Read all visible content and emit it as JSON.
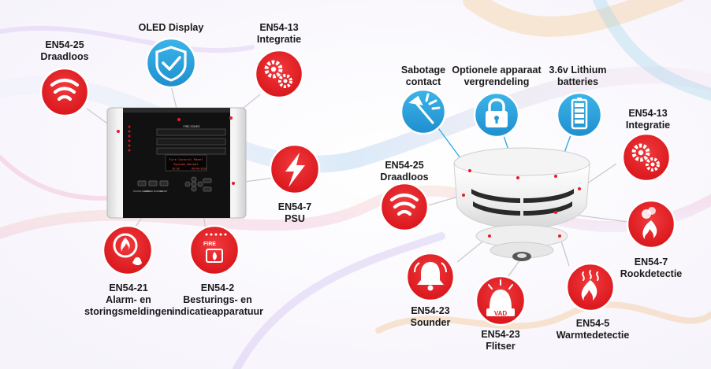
{
  "panel_features": {
    "wireless": {
      "code": "EN54-25",
      "name": "Draadloos",
      "icon": "wireless-icon"
    },
    "oled": {
      "name": "OLED Display",
      "icon": "shield-check-icon"
    },
    "integration": {
      "code": "EN54-13",
      "name": "Integratie",
      "icon": "gears-icon"
    },
    "psu": {
      "code": "EN54-7",
      "name": "PSU",
      "icon": "lightning-icon"
    },
    "alarm": {
      "code": "EN54-21",
      "line1": "Alarm- en",
      "line2": "storingsmeldingen",
      "icon": "fire-phone-icon"
    },
    "control": {
      "code": "EN54-2",
      "line1": "Besturings- en",
      "line2": "indicatieapparatuur",
      "icon": "fire-hand-icon"
    }
  },
  "detector_features": {
    "tamper": {
      "line1": "Sabotage",
      "line2": "contact",
      "icon": "tamper-tool-icon"
    },
    "lock": {
      "line1": "Optionele apparaat",
      "line2": "vergrendeling",
      "icon": "padlock-icon"
    },
    "battery": {
      "line1": "3.6v Lithium",
      "line2": "batteries",
      "icon": "battery-icon"
    },
    "integration": {
      "code": "EN54-13",
      "name": "Integratie",
      "icon": "gears-icon"
    },
    "wireless": {
      "code": "EN54-25",
      "name": "Draadloos",
      "icon": "wireless-icon"
    },
    "smoke": {
      "code": "EN54-7",
      "name": "Rookdetectie",
      "icon": "smoke-fire-icon"
    },
    "heat": {
      "code": "EN54-5",
      "name": "Warmtedetectie",
      "icon": "flame-heat-icon"
    },
    "sounder": {
      "code": "EN54-23",
      "name": "Sounder",
      "icon": "bell-icon"
    },
    "flasher": {
      "code": "EN54-23",
      "name": "Flitser",
      "icon": "vad-beacon-icon",
      "badge": "VAD"
    }
  },
  "panel_screen": {
    "header": "FIRE ZONES",
    "line1": "Fire Control Panel",
    "line2": "System Normal",
    "time": "10:58",
    "date": "09/04/2019",
    "button_labels": [
      "SOUND ALARMS",
      "SILENCE BUZZER",
      "RESET"
    ]
  },
  "colors": {
    "accent": "#e31e24",
    "connector": "#27a9e1",
    "icon_fg": "#ffffff"
  }
}
